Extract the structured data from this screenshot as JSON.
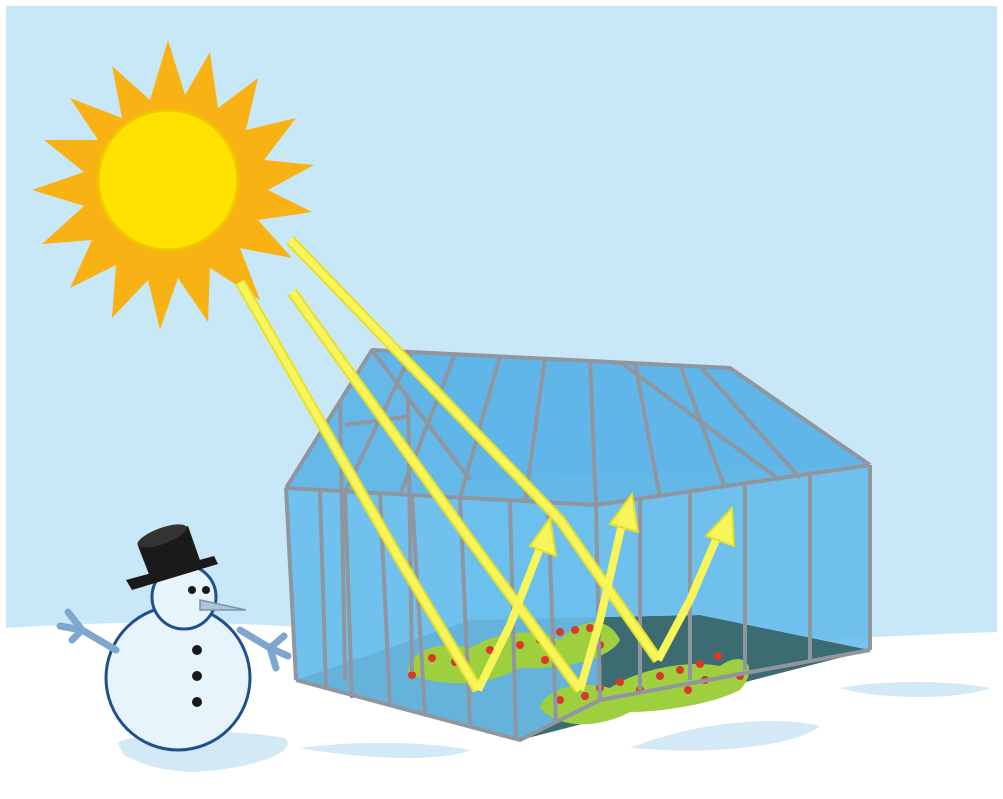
{
  "scene": {
    "elements": [
      "sun",
      "sunlight-rays",
      "greenhouse",
      "plants",
      "reflected-heat-arrows",
      "snowman",
      "snow-ground"
    ],
    "colors": {
      "sky": "#c9e8f7",
      "snow": "#ffffff",
      "snow_shadow": "#d3e9f6",
      "sun_core": "#ffe200",
      "sun_rays": "#f9b214",
      "ray_fill": "#f8f55a",
      "ray_edge": "#e6de2c",
      "glass": "#5fb9ea",
      "glass_light": "#9bd3f2",
      "frame": "#8f96a0",
      "floor": "#3c6b72",
      "plant": "#9ecf3e",
      "berry": "#d9382b",
      "snowman_outline": "#1f4f8f",
      "snowman_body": "#e8f4fb",
      "hat": "#1a1a1a",
      "nose": "#b0c4d9",
      "arms": "#7fa6cf"
    }
  }
}
